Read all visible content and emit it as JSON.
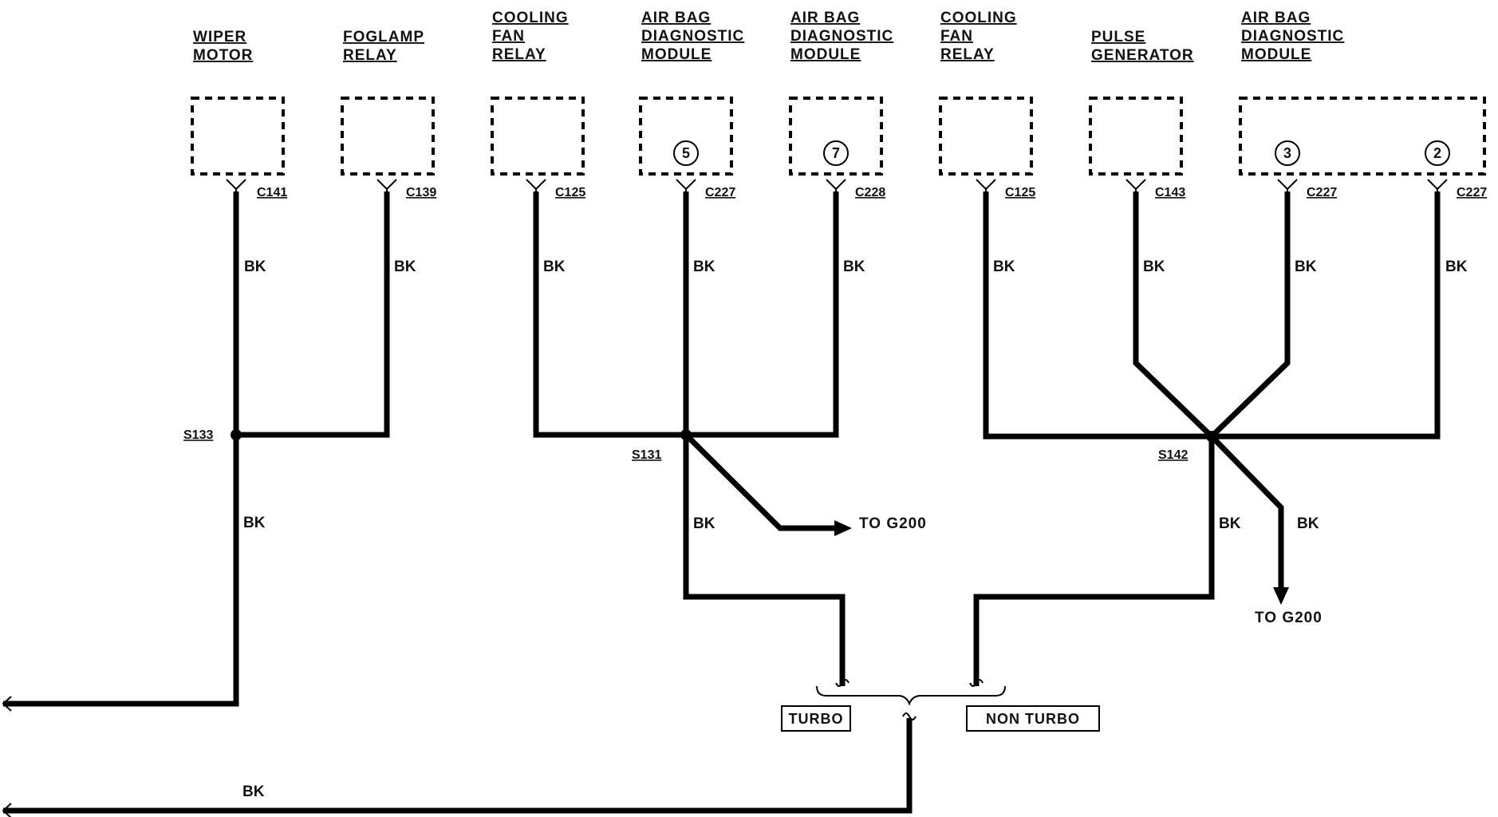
{
  "components": [
    {
      "title": [
        "WIPER",
        "MOTOR"
      ],
      "connector": "C141",
      "pins": []
    },
    {
      "title": [
        "FOGLAMP",
        "RELAY"
      ],
      "connector": "C139",
      "pins": []
    },
    {
      "title": [
        "COOLING",
        "FAN",
        "RELAY"
      ],
      "connector": "C125",
      "pins": []
    },
    {
      "title": [
        "AIR BAG",
        "DIAGNOSTIC",
        "MODULE"
      ],
      "connector": "C227",
      "pins": [
        "5"
      ]
    },
    {
      "title": [
        "AIR BAG",
        "DIAGNOSTIC",
        "MODULE"
      ],
      "connector": "C228",
      "pins": [
        "7"
      ]
    },
    {
      "title": [
        "COOLING",
        "FAN",
        "RELAY"
      ],
      "connector": "C125",
      "pins": []
    },
    {
      "title": [
        "PULSE",
        "GENERATOR"
      ],
      "connector": "C143",
      "pins": []
    },
    {
      "title": [
        "AIR BAG",
        "DIAGNOSTIC",
        "MODULE"
      ],
      "connector": "C227",
      "pins": [
        "3",
        "2"
      ],
      "second_connector": "C227"
    }
  ],
  "splices": [
    "S133",
    "S131",
    "S142"
  ],
  "wire_color": "BK",
  "destinations": [
    "TO G200",
    "TO G200"
  ],
  "options": {
    "turbo": "TURBO",
    "non_turbo": "NON TURBO"
  },
  "colors": {
    "ink": "#000000",
    "paper": "#ffffff"
  }
}
